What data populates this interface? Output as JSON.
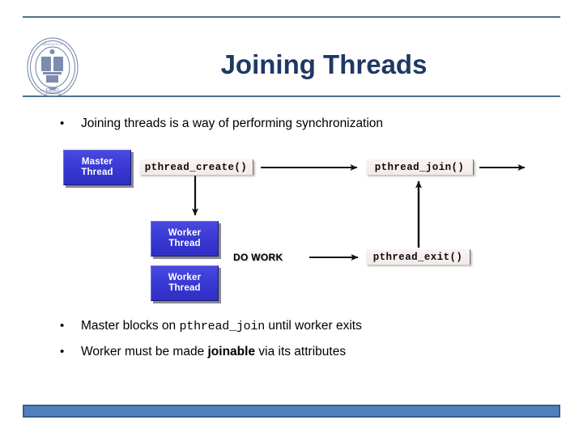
{
  "slide": {
    "title": "Joining Threads",
    "logo_name": "university-of-california-seal",
    "accent_rule_color": "#4E7287",
    "title_color": "#1F3864",
    "bottom_bar_color": "#4E81BD",
    "bottom_bar_border_color": "#385D8A"
  },
  "bullets": {
    "bullet_marker": "•",
    "top": {
      "text": "Joining threads is a way of performing synchronization"
    },
    "two": {
      "pre": "Master blocks on ",
      "code": "pthread_join",
      "post": " until worker exits"
    },
    "three": {
      "pre": "Worker must be made ",
      "bold": "joinable",
      "post": " via its attributes"
    }
  },
  "diagram": {
    "boxes": [
      {
        "id": "master",
        "line1": "Master",
        "line2": "Thread",
        "color": "#3A3AD6"
      },
      {
        "id": "worker1",
        "line1": "Worker",
        "line2": "Thread",
        "color": "#3A3AD6"
      },
      {
        "id": "worker2",
        "line1": "Worker",
        "line2": "Thread",
        "color": "#3A3AD6"
      }
    ],
    "labels": [
      {
        "id": "create",
        "text": "pthread_create()"
      },
      {
        "id": "join",
        "text": "pthread_join()"
      },
      {
        "id": "exit",
        "text": "pthread_exit()"
      }
    ],
    "do_work": "DO WORK",
    "arrows": [
      {
        "name": "create-to-worker",
        "direction": "down"
      },
      {
        "name": "create-to-join",
        "direction": "right"
      },
      {
        "name": "join-to-right",
        "direction": "right"
      },
      {
        "name": "dowork-to-exit",
        "direction": "right"
      },
      {
        "name": "exit-to-join",
        "direction": "up"
      }
    ]
  }
}
